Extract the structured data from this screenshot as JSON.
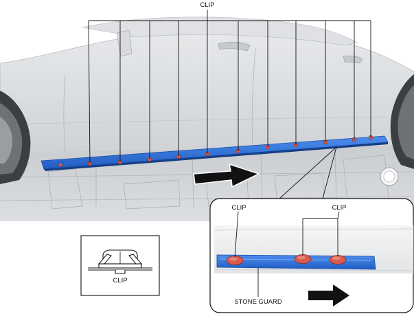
{
  "labels": {
    "top_clip": "CLIP",
    "inset_clip_left": "CLIP",
    "inset_clip_right": "CLIP",
    "inset_stone_guard": "STONE GUARD",
    "detail_clip": "CLIP"
  },
  "colors": {
    "stone_guard_blue": "#2d6fd8",
    "clip_red": "#d95a4e",
    "car_gray": "#d4d6d9",
    "arrow": "#111111"
  },
  "icons": [
    "direction-arrow-icon",
    "clip-cross-section-icon"
  ]
}
